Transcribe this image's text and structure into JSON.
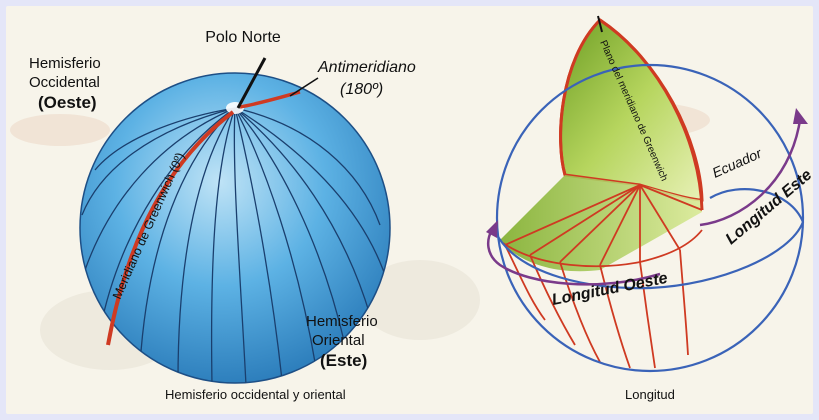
{
  "left_diagram": {
    "north_pole": "Polo Norte",
    "west_hemisphere": [
      "Hemisferio",
      "Occidental",
      "(Oeste)"
    ],
    "east_hemisphere": [
      "Hemisferio",
      "Oriental",
      "(Este)"
    ],
    "antimeridian": [
      "Antimeridiano",
      "(180º)"
    ],
    "greenwich_meridian": "Meridiano de Greenwich (0º)",
    "caption": "Hemisferio occidental y oriental"
  },
  "right_diagram": {
    "plane_label": "Plano del meridiano de Greenwich",
    "equator": "Ecuador",
    "west_longitude": "Longitud Oeste",
    "east_longitude": "Longitud Este",
    "caption": "Longitud"
  },
  "colors": {
    "globe_blue": "#3d9fd8",
    "meridian_red": "#cf3a22",
    "plane_green": "#8cb838",
    "equator_blue": "#3a63b8",
    "longitude_purple": "#7a3a8a",
    "label_navy": "#15196e"
  }
}
